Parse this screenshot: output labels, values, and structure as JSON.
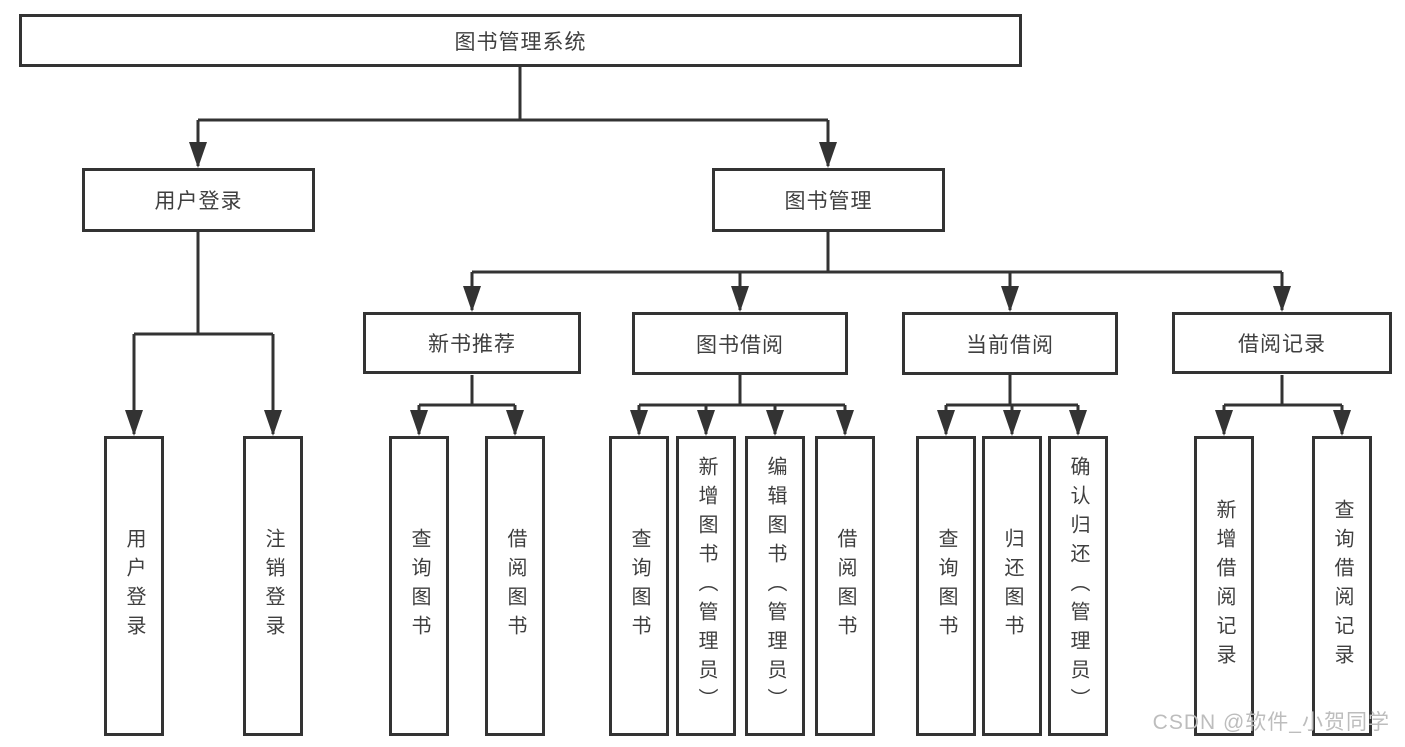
{
  "diagram_type": "functional-structure-tree",
  "tree": {
    "label": "图书管理系统",
    "children": [
      {
        "label": "用户登录",
        "children": [
          {
            "label": "用户登录"
          },
          {
            "label": "注销登录"
          }
        ]
      },
      {
        "label": "图书管理",
        "children": [
          {
            "label": "新书推荐",
            "children": [
              {
                "label": "查询图书"
              },
              {
                "label": "借阅图书"
              }
            ]
          },
          {
            "label": "图书借阅",
            "children": [
              {
                "label": "查询图书"
              },
              {
                "label": "新增图书（管理员）"
              },
              {
                "label": "编辑图书（管理员）"
              },
              {
                "label": "借阅图书"
              }
            ]
          },
          {
            "label": "当前借阅",
            "children": [
              {
                "label": "查询图书"
              },
              {
                "label": "归还图书"
              },
              {
                "label": "确认归还（管理员）"
              }
            ]
          },
          {
            "label": "借阅记录",
            "children": [
              {
                "label": "新增借阅记录"
              },
              {
                "label": "查询借阅记录"
              }
            ]
          }
        ]
      }
    ]
  },
  "watermark": "CSDN @软件_小贺同学",
  "colors": {
    "line": "#333333",
    "text": "#3f3f3f",
    "background": "#ffffff",
    "watermark": "#bdbdbd"
  }
}
